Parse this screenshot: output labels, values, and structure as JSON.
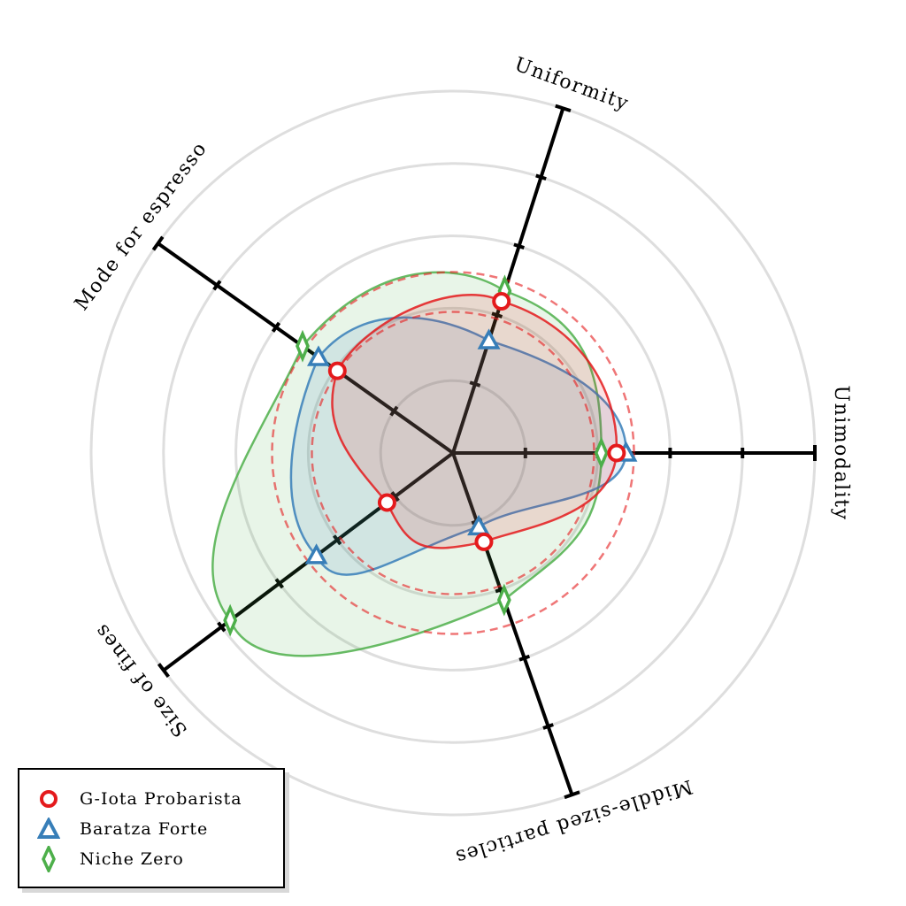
{
  "chart_data": {
    "type": "radar",
    "axes": [
      "Unimodality",
      "Uniformity",
      "Mode for espresso",
      "Size of fines",
      "Middle-sized particles"
    ],
    "rmax": 5,
    "ticks": [
      1,
      2,
      3,
      4,
      5
    ],
    "grid": true,
    "reference_circles": [
      1.95,
      2.5
    ],
    "legend_position": "bottom-left",
    "series": [
      {
        "name": "G-Iota Probarista",
        "color": "#e41a1c",
        "marker": "circle",
        "values": [
          2.26,
          2.2,
          1.96,
          1.14,
          1.3
        ]
      },
      {
        "name": "Baratza Forte",
        "color": "#377eb8",
        "marker": "triangle",
        "values": [
          2.39,
          1.63,
          2.28,
          2.36,
          1.08
        ]
      },
      {
        "name": "Niche Zero",
        "color": "#4daf4a",
        "marker": "diamond",
        "values": [
          2.05,
          2.35,
          2.55,
          3.85,
          2.15
        ]
      }
    ]
  }
}
